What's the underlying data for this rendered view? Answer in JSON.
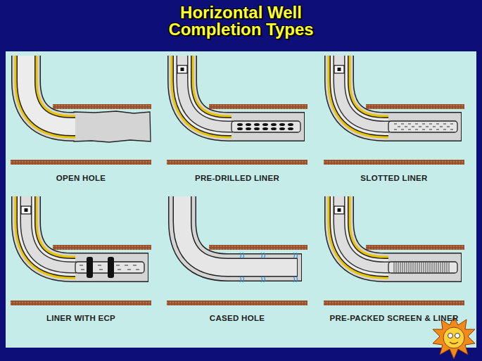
{
  "diagram": {
    "title": "Horizontal Well Completion Types",
    "labels": [
      "OPEN HOLE",
      "PRE-DRILLED LINER",
      "SLOTTED LINER",
      "LINER WITH ECP",
      "CASED HOLE",
      "PRE-PACKED SCREEN & LINER"
    ]
  }
}
